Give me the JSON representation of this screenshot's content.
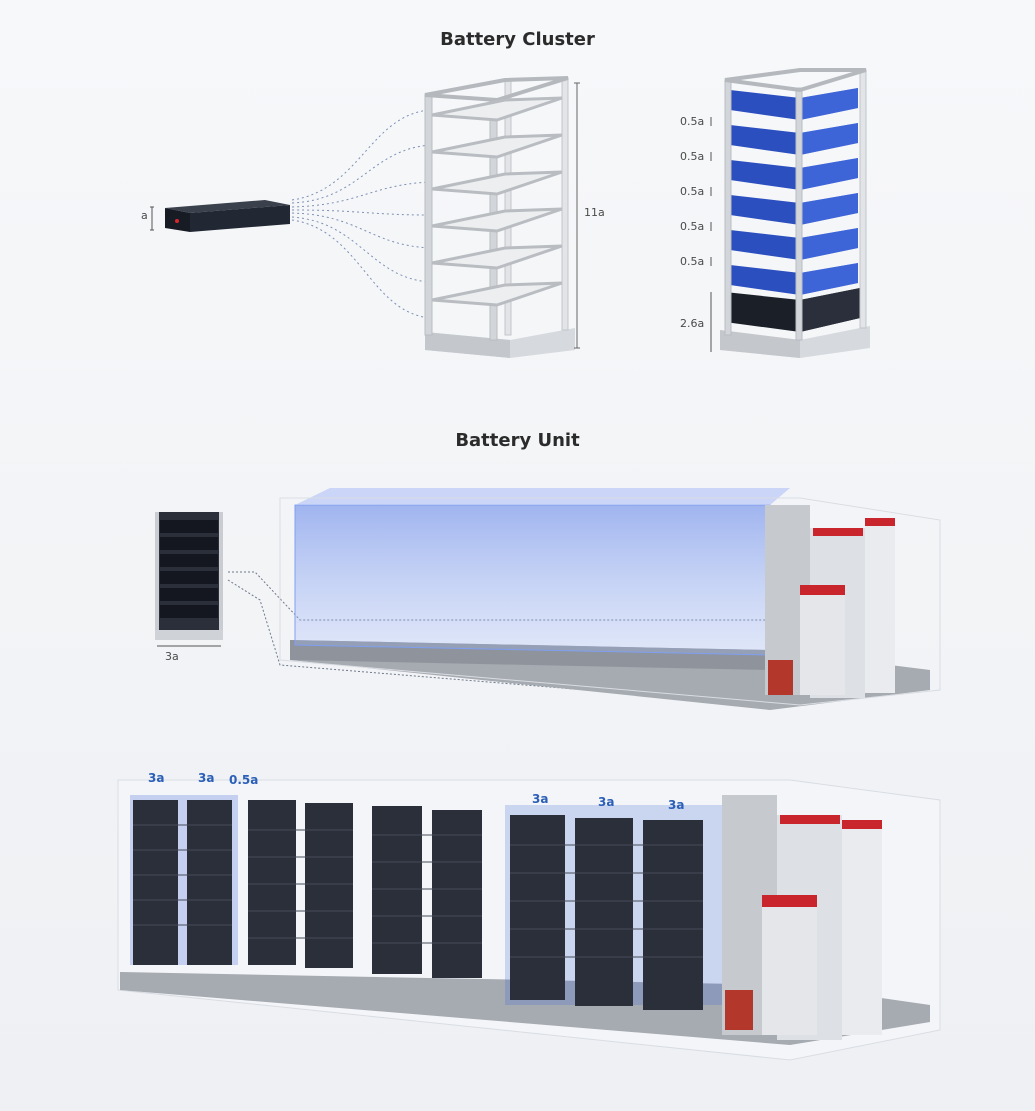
{
  "cluster_section": {
    "title": "Battery Cluster",
    "module_height_label": "a",
    "rack_height_label": "11a",
    "spacing_labels": [
      "0.5a",
      "0.5a",
      "0.5a",
      "0.5a",
      "0.5a"
    ],
    "base_height_label": "2.6a"
  },
  "unit_section": {
    "title": "Battery Unit",
    "cluster_width_label": "3a"
  },
  "layout_section": {
    "width_labels": [
      "3a",
      "3a",
      "0.5a",
      "3a",
      "3a",
      "3a"
    ]
  },
  "colors": {
    "frame": "#c9ccd0",
    "module": "#1e2330",
    "accent_blue": "#3f6fe0",
    "pcs_red": "#c8262c"
  }
}
